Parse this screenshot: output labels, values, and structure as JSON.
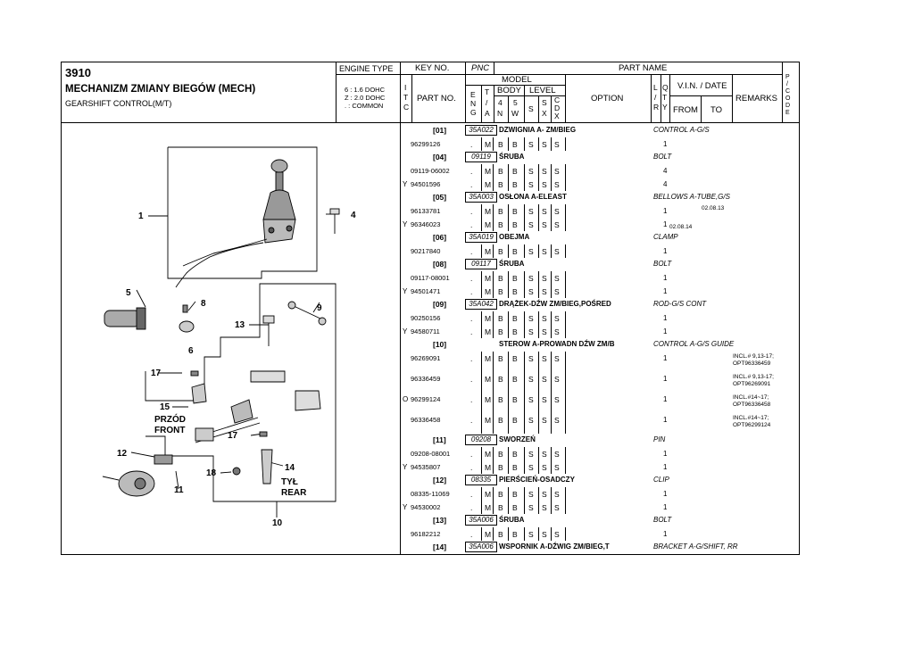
{
  "header": {
    "code": "3910",
    "title_pl": "MECHANIZM ZMIANY BIEGÓW (MECH)",
    "title_en": "GEARSHIFT CONTROL(M/T)",
    "engine_type_label": "ENGINE TYPE",
    "engine_lines": [
      "6 : 1.6 DOHC",
      "Z : 2.0 DOHC",
      ". : COMMON"
    ]
  },
  "columns": {
    "key_no": "KEY NO.",
    "pnc": "PNC",
    "part_name": "PART NAME",
    "itc": [
      "I",
      "T",
      "C"
    ],
    "part_no": "PART NO.",
    "model": "MODEL",
    "eng": [
      "E",
      "N",
      "G"
    ],
    "ta": [
      "T",
      "/",
      "A"
    ],
    "body": "BODY",
    "body_4n": [
      "4",
      "N"
    ],
    "body_5w": [
      "5",
      "W"
    ],
    "level": "LEVEL",
    "s": "S",
    "sx": [
      "S",
      "X"
    ],
    "cdx": [
      "C",
      "D",
      "X"
    ],
    "option": "OPTION",
    "lr": [
      "L",
      "/",
      "R"
    ],
    "qty": [
      "Q",
      "T",
      "Y"
    ],
    "vin_date": "V.I.N. / DATE",
    "from": "FROM",
    "to": "TO",
    "remarks": "REMARKS",
    "pcode": [
      "P",
      "/",
      "C",
      "O",
      "D",
      "E"
    ]
  },
  "diagram": {
    "callouts": [
      "1",
      "4",
      "5",
      "8",
      "9",
      "13",
      "6",
      "17",
      "15",
      "PRZÓD",
      "FRONT",
      "17",
      "12",
      "14",
      "18",
      "TYŁ",
      "REAR",
      "11",
      "10"
    ]
  },
  "rows": [
    {
      "type": "group",
      "key": "[01]",
      "pnc": "35A022",
      "name": "DZWIGNIA A- ZM/BIEG",
      "desc": "CONTROL A-G/S"
    },
    {
      "type": "part",
      "itc": "",
      "part": "96299126",
      "eng": ".",
      "ta": "M",
      "n4": "B",
      "w5": "B",
      "s": "S",
      "sx": "S",
      "cdx": "S",
      "qty": "1",
      "from": "",
      "to": "",
      "rem": ""
    },
    {
      "type": "group",
      "key": "[04]",
      "pnc": "09119",
      "name": "ŚRUBA",
      "desc": "BOLT"
    },
    {
      "type": "part",
      "itc": "",
      "part": "09119-06002",
      "eng": ".",
      "ta": "M",
      "n4": "B",
      "w5": "B",
      "s": "S",
      "sx": "S",
      "cdx": "S",
      "qty": "4",
      "from": "",
      "to": "",
      "rem": ""
    },
    {
      "type": "part",
      "itc": "Y",
      "part": "94501596",
      "eng": ".",
      "ta": "M",
      "n4": "B",
      "w5": "B",
      "s": "S",
      "sx": "S",
      "cdx": "S",
      "qty": "4",
      "from": "",
      "to": "",
      "rem": ""
    },
    {
      "type": "group",
      "key": "[05]",
      "pnc": "35A003",
      "name": "OSŁONA A-ELEAST",
      "desc": "BELLOWS A-TUBE,G/S"
    },
    {
      "type": "part",
      "itc": "",
      "part": "96133781",
      "eng": ".",
      "ta": "M",
      "n4": "B",
      "w5": "B",
      "s": "S",
      "sx": "S",
      "cdx": "S",
      "qty": "1",
      "from": "",
      "to": "02.08.13",
      "rem": ""
    },
    {
      "type": "part",
      "itc": "Y",
      "part": "96346023",
      "eng": ".",
      "ta": "M",
      "n4": "B",
      "w5": "B",
      "s": "S",
      "sx": "S",
      "cdx": "S",
      "qty": "1",
      "from": "02.08.14",
      "to": "",
      "rem": ""
    },
    {
      "type": "group",
      "key": "[06]",
      "pnc": "35A019",
      "name": "OBEJMA",
      "desc": "CLAMP"
    },
    {
      "type": "part",
      "itc": "",
      "part": "90217840",
      "eng": ".",
      "ta": "M",
      "n4": "B",
      "w5": "B",
      "s": "S",
      "sx": "S",
      "cdx": "S",
      "qty": "1",
      "from": "",
      "to": "",
      "rem": ""
    },
    {
      "type": "group",
      "key": "[08]",
      "pnc": "09117",
      "name": "ŚRUBA",
      "desc": "BOLT"
    },
    {
      "type": "part",
      "itc": "",
      "part": "09117-08001",
      "eng": ".",
      "ta": "M",
      "n4": "B",
      "w5": "B",
      "s": "S",
      "sx": "S",
      "cdx": "S",
      "qty": "1",
      "from": "",
      "to": "",
      "rem": ""
    },
    {
      "type": "part",
      "itc": "Y",
      "part": "94501471",
      "eng": ".",
      "ta": "M",
      "n4": "B",
      "w5": "B",
      "s": "S",
      "sx": "S",
      "cdx": "S",
      "qty": "1",
      "from": "",
      "to": "",
      "rem": ""
    },
    {
      "type": "group",
      "key": "[09]",
      "pnc": "35A042",
      "name": "DRĄŻEK-DŹW ZM/BIEG,POŚRED",
      "desc": "ROD-G/S CONT"
    },
    {
      "type": "part",
      "itc": "",
      "part": "90250156",
      "eng": ".",
      "ta": "M",
      "n4": "B",
      "w5": "B",
      "s": "S",
      "sx": "S",
      "cdx": "S",
      "qty": "1",
      "from": "",
      "to": "",
      "rem": ""
    },
    {
      "type": "part",
      "itc": "Y",
      "part": "94580711",
      "eng": ".",
      "ta": "M",
      "n4": "B",
      "w5": "B",
      "s": "S",
      "sx": "S",
      "cdx": "S",
      "qty": "1",
      "from": "",
      "to": "",
      "rem": ""
    },
    {
      "type": "group",
      "key": "[10]",
      "pnc": "",
      "name": "STEROW A-PROWADN DŹW ZM/B",
      "desc": "CONTROL A-G/S GUIDE"
    },
    {
      "type": "part2",
      "itc": "",
      "part": "96269091",
      "eng": ".",
      "ta": "M",
      "n4": "B",
      "w5": "B",
      "s": "S",
      "sx": "S",
      "cdx": "S",
      "qty": "1",
      "from": "",
      "to": "",
      "rem": "INCL.# 9,13-17;",
      "rem2": "OPT96336459"
    },
    {
      "type": "part2",
      "itc": "",
      "part": "96336459",
      "eng": ".",
      "ta": "M",
      "n4": "B",
      "w5": "B",
      "s": "S",
      "sx": "S",
      "cdx": "S",
      "qty": "1",
      "from": "",
      "to": "",
      "rem": "INCL.# 9,13-17;",
      "rem2": "OPT96269091"
    },
    {
      "type": "part2",
      "itc": "O",
      "part": "96299124",
      "eng": ".",
      "ta": "M",
      "n4": "B",
      "w5": "B",
      "s": "S",
      "sx": "S",
      "cdx": "S",
      "qty": "1",
      "from": "",
      "to": "",
      "rem": "INCL.#14~17;",
      "rem2": "OPT96336458"
    },
    {
      "type": "part2",
      "itc": "",
      "part": "96336458",
      "eng": ".",
      "ta": "M",
      "n4": "B",
      "w5": "B",
      "s": "S",
      "sx": "S",
      "cdx": "S",
      "qty": "1",
      "from": "",
      "to": "",
      "rem": "INCL.#14~17;",
      "rem2": "OPT96299124"
    },
    {
      "type": "group",
      "key": "[11]",
      "pnc": "09208",
      "name": "SWORZEŃ",
      "desc": "PIN"
    },
    {
      "type": "part",
      "itc": "",
      "part": "09208-08001",
      "eng": ".",
      "ta": "M",
      "n4": "B",
      "w5": "B",
      "s": "S",
      "sx": "S",
      "cdx": "S",
      "qty": "1",
      "from": "",
      "to": "",
      "rem": ""
    },
    {
      "type": "part",
      "itc": "Y",
      "part": "94535807",
      "eng": ".",
      "ta": "M",
      "n4": "B",
      "w5": "B",
      "s": "S",
      "sx": "S",
      "cdx": "S",
      "qty": "1",
      "from": "",
      "to": "",
      "rem": ""
    },
    {
      "type": "group",
      "key": "[12]",
      "pnc": "08335",
      "name": "PIERŚCIEŃ-OSADCZY",
      "desc": "CLIP"
    },
    {
      "type": "part",
      "itc": "",
      "part": "08335-11069",
      "eng": ".",
      "ta": "M",
      "n4": "B",
      "w5": "B",
      "s": "S",
      "sx": "S",
      "cdx": "S",
      "qty": "1",
      "from": "",
      "to": "",
      "rem": ""
    },
    {
      "type": "part",
      "itc": "Y",
      "part": "94530002",
      "eng": ".",
      "ta": "M",
      "n4": "B",
      "w5": "B",
      "s": "S",
      "sx": "S",
      "cdx": "S",
      "qty": "1",
      "from": "",
      "to": "",
      "rem": ""
    },
    {
      "type": "group",
      "key": "[13]",
      "pnc": "35A006",
      "name": "ŚRUBA",
      "desc": "BOLT"
    },
    {
      "type": "part",
      "itc": "",
      "part": "96182212",
      "eng": ".",
      "ta": "M",
      "n4": "B",
      "w5": "B",
      "s": "S",
      "sx": "S",
      "cdx": "S",
      "qty": "1",
      "from": "",
      "to": "",
      "rem": ""
    },
    {
      "type": "group",
      "key": "[14]",
      "pnc": "35A006",
      "name": "WSPORNIK A-DŹWIG ZM/BIEG,T",
      "desc": "BRACKET A-G/SHIFT, RR"
    }
  ]
}
